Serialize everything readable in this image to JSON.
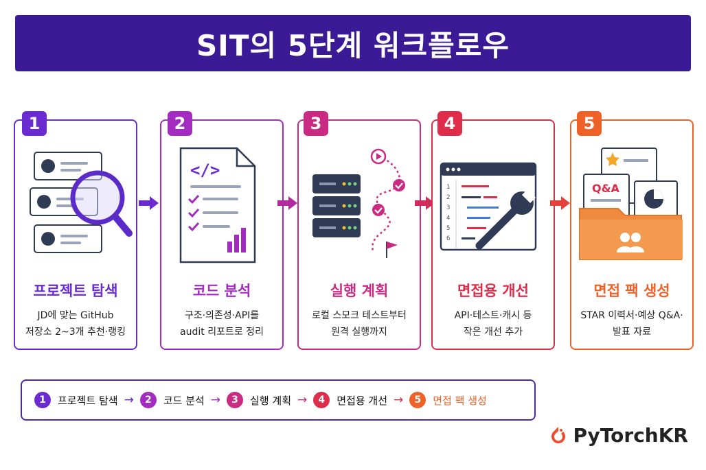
{
  "title": "SIT의 5단계 워크플로우",
  "colors": {
    "banner": "#3b1a96",
    "step1": "#6a2bd1",
    "step2": "#a32bc0",
    "step3": "#c92a82",
    "step4": "#de2c4a",
    "step5": "#ef6227"
  },
  "steps": [
    {
      "number": "1",
      "title": "프로젝트 탐색",
      "desc1": "JD에 맞는 GitHub",
      "desc2": "저장소 2~3개 추천·랭킹",
      "icon": "magnifier-repo-icon"
    },
    {
      "number": "2",
      "title": "코드 분석",
      "desc1": "구조·의존성·API를",
      "desc2": "audit 리포트로 정리",
      "icon": "code-document-icon"
    },
    {
      "number": "3",
      "title": "실행 계획",
      "desc1": "로컬 스모크 테스트부터",
      "desc2": "원격 실행까지",
      "icon": "server-path-icon"
    },
    {
      "number": "4",
      "title": "면접용 개선",
      "desc1": "API·테스트·캐시 등",
      "desc2": "작은 개선 추가",
      "icon": "code-wrench-icon"
    },
    {
      "number": "5",
      "title": "면접 팩 생성",
      "desc1": "STAR 이력서·예상 Q&A·",
      "desc2": "발표 자료",
      "icon": "folder-pack-icon"
    }
  ],
  "illustration_labels": {
    "code_tag": "</>",
    "qa": "Q&A",
    "line_numbers": [
      "1",
      "2",
      "3",
      "4",
      "5",
      "6"
    ]
  },
  "flow": {
    "items": [
      "프로젝트 탐색",
      "코드 분석",
      "실행 계획",
      "면접용 개선",
      "면접 팩 생성"
    ],
    "numbers": [
      "1",
      "2",
      "3",
      "4",
      "5"
    ],
    "separator": "→"
  },
  "brand": "PyTorchKR"
}
